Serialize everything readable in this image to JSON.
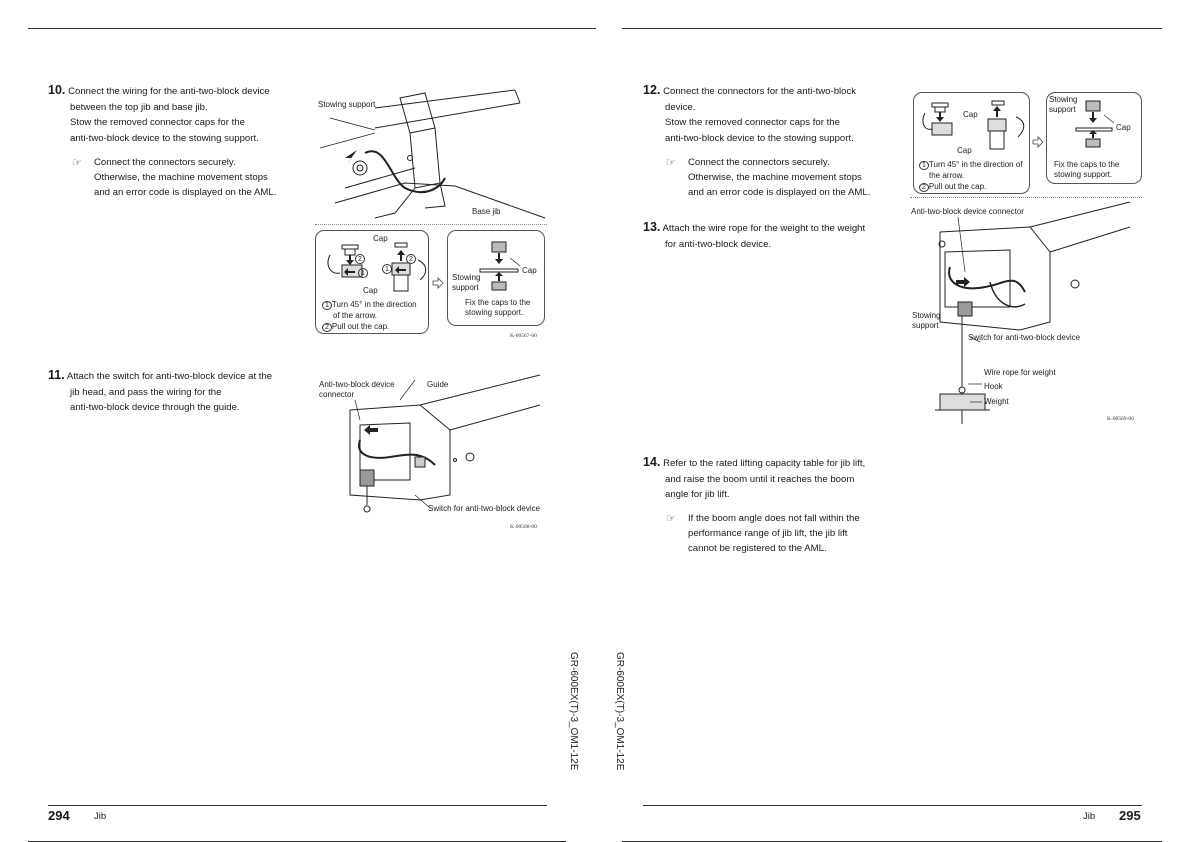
{
  "left_page": {
    "page_number": "294",
    "section": "Jib",
    "step10": {
      "number": "10.",
      "lines": [
        "Connect the wiring for the anti-two-block device",
        "between the top jib and base jib.",
        "Stow the removed connector caps for the",
        "anti-two-block device to the stowing support."
      ],
      "note_lines": [
        "Connect the connectors securely.",
        "Otherwise, the machine movement stops",
        "and an error code is displayed on the AML."
      ]
    },
    "step11": {
      "number": "11.",
      "lines": [
        "Attach the switch for anti-two-block device at the",
        "jib head, and pass the wiring for the",
        "anti-two-block device through the guide."
      ]
    },
    "figure1": {
      "stowing_support": "Stowing support",
      "base_jib": "Base jib",
      "cap_top": "Cap",
      "cap_bottom": "Cap",
      "mark1": "1",
      "mark2": "2",
      "instr1": "Turn 45° in the direction",
      "instr1b": "of the arrow.",
      "instr2": "Pull out the cap.",
      "stowing_support_box": "Stowing",
      "stowing_support_box2": "support",
      "cap_right": "Cap",
      "fix_caps": "Fix the caps to the",
      "fix_caps2": "stowing support.",
      "code": "K-00567-00"
    },
    "figure2": {
      "connector": "Anti-two-block device",
      "connector2": "connector",
      "guide": "Guide",
      "switch": "Switch for anti-two-block device",
      "code": "K-00568-00"
    },
    "doc_code": "GR-600EX(T)-3_OM1-12E"
  },
  "right_page": {
    "page_number": "295",
    "section": "Jib",
    "step12": {
      "number": "12.",
      "lines": [
        "Connect the connectors for the anti-two-block",
        "device.",
        "Stow the removed connector caps for the",
        "anti-two-block device to the stowing support."
      ],
      "note_lines": [
        "Connect the connectors securely.",
        "Otherwise, the machine movement stops",
        "and an error code is displayed on the AML."
      ]
    },
    "step13": {
      "number": "13.",
      "lines": [
        "Attach the wire rope for the weight to the weight",
        "for anti-two-block device."
      ]
    },
    "step14": {
      "number": "14.",
      "lines": [
        "Refer to the rated lifting capacity table for jib lift,",
        "and raise the boom until it reaches the boom",
        "angle for jib lift."
      ],
      "note_lines": [
        "If the boom angle does not fall within the",
        "performance range of jib lift, the jib lift",
        "cannot be registered to the AML."
      ]
    },
    "figure3": {
      "cap_a": "Cap",
      "cap_b": "Cap",
      "instr1": "Turn 45° in the direction of",
      "instr1b": "the arrow.",
      "instr2": "Pull out the cap.",
      "stowing": "Stowing",
      "support": "support",
      "cap_right": "Cap",
      "fix_caps": "Fix the caps to the",
      "fix_caps2": "stowing support."
    },
    "figure4": {
      "connector": "Anti-two-block device connector",
      "stowing": "Stowing",
      "support": "support",
      "switch": "Switch for anti-two-block device",
      "wire_rope": "Wire rope for weight",
      "hook": "Hook",
      "weight": "Weight",
      "code": "K-00569-00"
    },
    "doc_code": "GR-600EX(T)-3_OM1-12E"
  }
}
